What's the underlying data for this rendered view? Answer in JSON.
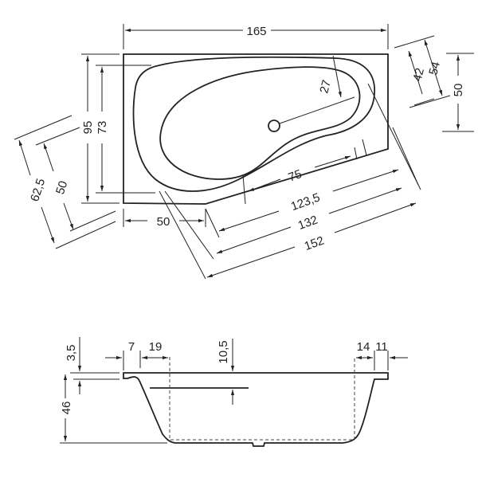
{
  "top_view": {
    "overall_length": "165",
    "overall_width": "95",
    "inner_width": "73",
    "left_slant_outer": "62,5",
    "left_slant_inner": "50",
    "bottom_short_edge": "50",
    "drain_offset": "27",
    "right_slant_inner": "42",
    "right_slant_outer": "54",
    "right_edge": "50",
    "diag_75": "75",
    "diag_123_5": "123,5",
    "diag_132": "132",
    "diag_152": "152"
  },
  "side_view": {
    "rim_thickness": "3,5",
    "left_rim": "7",
    "left_offset": "19",
    "water_level": "10,5",
    "right_offset": "14",
    "right_rim": "11",
    "depth": "46"
  }
}
